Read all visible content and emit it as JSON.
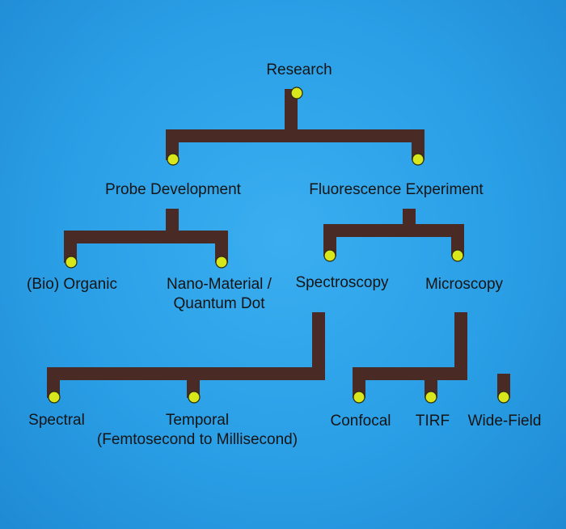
{
  "nodes": {
    "research": "Research",
    "probe_development": "Probe Development",
    "fluorescence_experiment": "Fluorescence Experiment",
    "bio_organic": "(Bio) Organic",
    "nano_material_line1": "Nano-Material /",
    "nano_material_line2": "Quantum Dot",
    "spectroscopy": "Spectroscopy",
    "microscopy": "Microscopy",
    "spectral": "Spectral",
    "temporal_line1": "Temporal",
    "temporal_line2": "(Femtosecond to Millisecond)",
    "confocal": "Confocal",
    "tirf": "TIRF",
    "wide_field": "Wide-Field"
  },
  "colors": {
    "connector": "#4a2a24",
    "node_dot": "#d8e61c",
    "node_dot_stroke": "#2a2a10",
    "text": "#141414"
  }
}
